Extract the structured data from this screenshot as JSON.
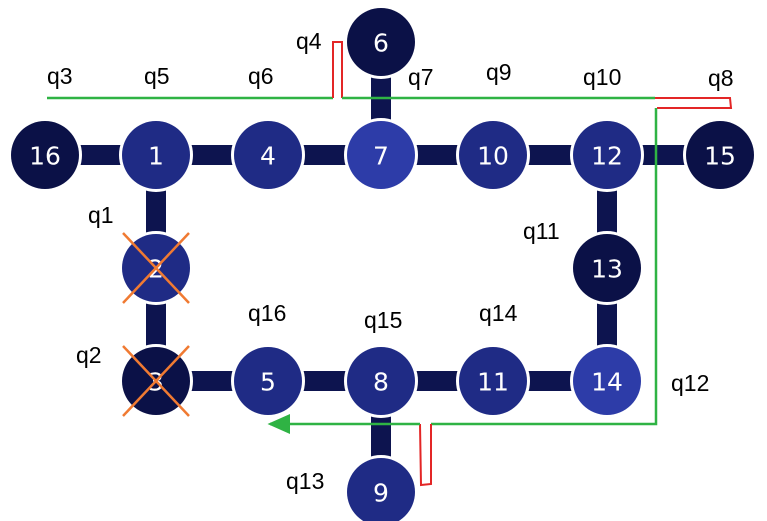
{
  "colors": {
    "dark_node": "#0b1147",
    "mid_node": "#1f2b85",
    "bright_node": "#2d3ca8",
    "edge": "#0d144f",
    "path": "#2fb344",
    "pulse": "#e32626",
    "cross": "#f07a32"
  },
  "nodes": [
    {
      "id": "16",
      "tone": "dark",
      "crossed": false
    },
    {
      "id": "1",
      "tone": "mid",
      "crossed": false
    },
    {
      "id": "4",
      "tone": "mid",
      "crossed": false
    },
    {
      "id": "7",
      "tone": "bright",
      "crossed": false
    },
    {
      "id": "10",
      "tone": "mid",
      "crossed": false
    },
    {
      "id": "12",
      "tone": "mid",
      "crossed": false
    },
    {
      "id": "15",
      "tone": "dark",
      "crossed": false
    },
    {
      "id": "6",
      "tone": "dark",
      "crossed": false
    },
    {
      "id": "13",
      "tone": "dark",
      "crossed": false
    },
    {
      "id": "2",
      "tone": "mid",
      "crossed": true
    },
    {
      "id": "3",
      "tone": "dark",
      "crossed": true
    },
    {
      "id": "5",
      "tone": "mid",
      "crossed": false
    },
    {
      "id": "8",
      "tone": "mid",
      "crossed": false
    },
    {
      "id": "11",
      "tone": "mid",
      "crossed": false
    },
    {
      "id": "14",
      "tone": "bright",
      "crossed": false
    },
    {
      "id": "9",
      "tone": "mid",
      "crossed": false
    }
  ],
  "edges": [
    [
      "16",
      "1"
    ],
    [
      "1",
      "4"
    ],
    [
      "4",
      "7"
    ],
    [
      "7",
      "10"
    ],
    [
      "10",
      "12"
    ],
    [
      "12",
      "15"
    ],
    [
      "6",
      "7"
    ],
    [
      "12",
      "13"
    ],
    [
      "13",
      "14"
    ],
    [
      "1",
      "2"
    ],
    [
      "2",
      "3"
    ],
    [
      "3",
      "5"
    ],
    [
      "5",
      "8"
    ],
    [
      "8",
      "11"
    ],
    [
      "11",
      "14"
    ],
    [
      "8",
      "9"
    ]
  ],
  "labels": [
    "q3",
    "q5",
    "q6",
    "q4",
    "q7",
    "q9",
    "q10",
    "q8",
    "q1",
    "q11",
    "q2",
    "q16",
    "q15",
    "q14",
    "q12",
    "q13"
  ]
}
